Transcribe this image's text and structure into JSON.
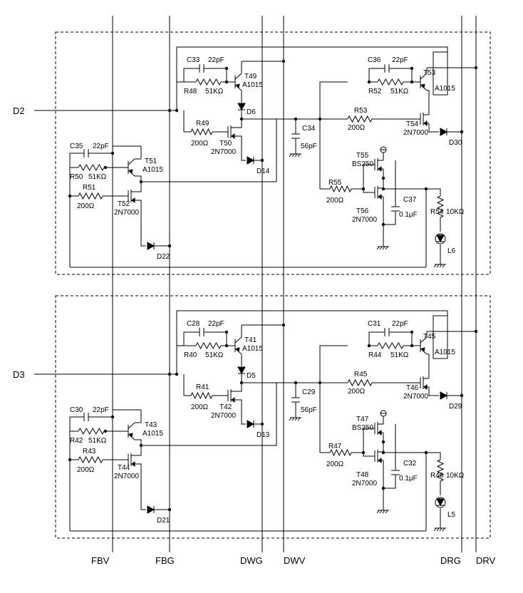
{
  "inputs": [
    "D2",
    "D3"
  ],
  "buses": [
    "FBV",
    "FBG",
    "DWG",
    "DWV",
    "DRG",
    "DRV"
  ],
  "blocks": [
    {
      "capA": {
        "ref": "C33",
        "val": "22pF"
      },
      "resA": {
        "ref": "R48",
        "val": "51KΩ"
      },
      "tA": {
        "ref": "T49",
        "part": "A1015"
      },
      "resB": {
        "ref": "R49",
        "val": "200Ω"
      },
      "tB": {
        "ref": "T50",
        "part": "2N7000"
      },
      "dA": "D6",
      "dB": "D14",
      "capB": {
        "ref": "C34",
        "val": "56pF"
      },
      "capC": {
        "ref": "C36",
        "val": "22pF"
      },
      "resC": {
        "ref": "R52",
        "val": "51KΩ"
      },
      "tC": {
        "ref": "T53",
        "part": "A1015"
      },
      "resD": {
        "ref": "R53",
        "val": "200Ω"
      },
      "tD": {
        "ref": "T54",
        "part": "2N7000"
      },
      "dC": "D30",
      "tE": {
        "ref": "T55",
        "part": "BS250"
      },
      "resE": {
        "ref": "R55",
        "val": "200Ω"
      },
      "tF": {
        "ref": "T56",
        "part": "2N7000"
      },
      "capD": {
        "ref": "C37",
        "val": "0.1μF"
      },
      "resF": {
        "ref": "R54",
        "val": "10KΩ"
      },
      "led": "L6",
      "capE": {
        "ref": "C35",
        "val": "22pF"
      },
      "resG": {
        "ref": "R50",
        "val": "51KΩ"
      },
      "tG": {
        "ref": "T51",
        "part": "A1015"
      },
      "resH": {
        "ref": "R51",
        "val": "200Ω"
      },
      "tH": {
        "ref": "T52",
        "part": "2N7000"
      },
      "dD": "D22"
    },
    {
      "capA": {
        "ref": "C28",
        "val": "22pF"
      },
      "resA": {
        "ref": "R40",
        "val": "51KΩ"
      },
      "tA": {
        "ref": "T41",
        "part": "A1015"
      },
      "resB": {
        "ref": "R41",
        "val": "200Ω"
      },
      "tB": {
        "ref": "T42",
        "part": "2N7000"
      },
      "dA": "D5",
      "dB": "D13",
      "capB": {
        "ref": "C29",
        "val": "56pF"
      },
      "capC": {
        "ref": "C31",
        "val": "22pF"
      },
      "resC": {
        "ref": "R44",
        "val": "51KΩ"
      },
      "tC": {
        "ref": "T45",
        "part": "A1015"
      },
      "resD": {
        "ref": "R45",
        "val": "200Ω"
      },
      "tD": {
        "ref": "T46",
        "part": "2N7000"
      },
      "dC": "D29",
      "tE": {
        "ref": "T47",
        "part": "BS250"
      },
      "resE": {
        "ref": "R47",
        "val": "200Ω"
      },
      "tF": {
        "ref": "T48",
        "part": "2N7000"
      },
      "capD": {
        "ref": "C32",
        "val": "0.1μF"
      },
      "resF": {
        "ref": "R46",
        "val": "10KΩ"
      },
      "led": "L5",
      "capE": {
        "ref": "C30",
        "val": "22pF"
      },
      "resG": {
        "ref": "R42",
        "val": "51KΩ"
      },
      "tG": {
        "ref": "T43",
        "part": "A1015"
      },
      "resH": {
        "ref": "R43",
        "val": "200Ω"
      },
      "tH": {
        "ref": "T44",
        "part": "2N7000"
      },
      "dD": "D21"
    }
  ]
}
